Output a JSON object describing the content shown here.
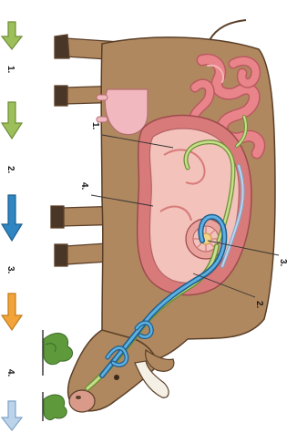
{
  "legend": [
    {
      "label": "1.",
      "color": "#9cbf5a",
      "stroke": "#6f8f38"
    },
    {
      "label": "2.",
      "color": "#9cbf5a",
      "stroke": "#6f8f38"
    },
    {
      "label": "3.",
      "color": "#2f86c2",
      "stroke": "#1d5f8f"
    },
    {
      "label": "4.",
      "color": "#f2a43a",
      "stroke": "#c27a18"
    },
    {
      "label": "",
      "color": "#bcd3ec",
      "stroke": "#7fa3c6"
    }
  ],
  "callouts": [
    {
      "label": "1."
    },
    {
      "label": "4."
    },
    {
      "label": "3."
    },
    {
      "label": "2."
    }
  ],
  "colors": {
    "cow_body": "#b0885f",
    "cow_outline": "#5a3f28",
    "udder": "#f1b9bf",
    "intestine": "#e9858a",
    "rumen": "#f2c2bb",
    "stomach_wall": "#d87a7a",
    "path_green": "#9cbf5a",
    "path_blue": "#2f86c2",
    "grass": "#5e9a3c"
  }
}
